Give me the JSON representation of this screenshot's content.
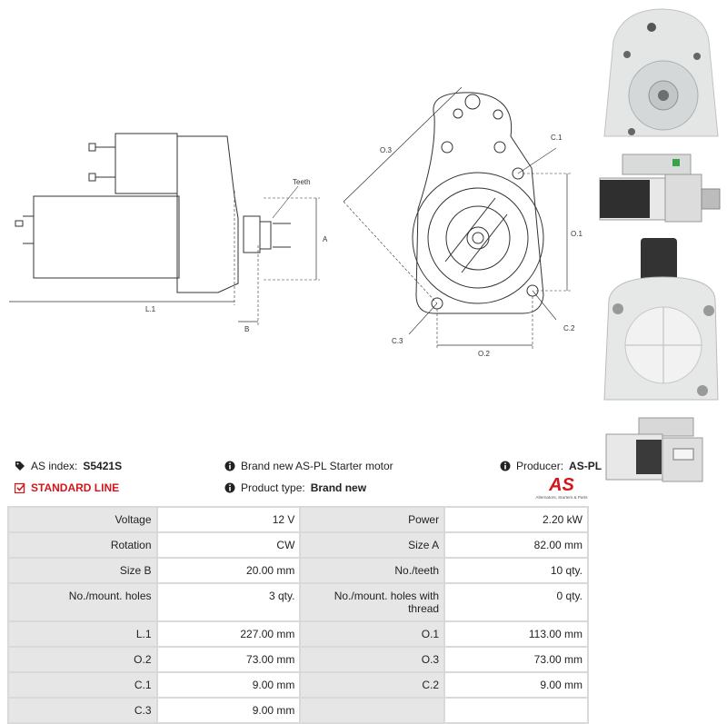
{
  "drawing_labels": {
    "teeth": "Teeth",
    "a": "A",
    "l1": "L.1",
    "b": "B",
    "o3": "O.3",
    "c1": "C.1",
    "o1": "O.1",
    "c3": "C.3",
    "c2": "C.2",
    "o2": "O.2"
  },
  "info": {
    "as_index_label": "AS index:",
    "as_index_value": "S5421S",
    "standard_line": "STANDARD LINE",
    "description": "Brand new AS-PL Starter motor",
    "product_type_label": "Product type:",
    "product_type_value": "Brand new",
    "producer_label": "Producer:",
    "producer_value": "AS-PL",
    "logo_text": "AS",
    "logo_caption": "Alternators, Starters & Parts"
  },
  "specs": [
    {
      "k1": "Voltage",
      "v1": "12 V",
      "k2": "Power",
      "v2": "2.20 kW"
    },
    {
      "k1": "Rotation",
      "v1": "CW",
      "k2": "Size A",
      "v2": "82.00 mm"
    },
    {
      "k1": "Size B",
      "v1": "20.00 mm",
      "k2": "No./teeth",
      "v2": "10 qty."
    },
    {
      "k1": "No./mount. holes",
      "v1": "3 qty.",
      "k2": "No./mount. holes with thread",
      "v2": "0 qty."
    },
    {
      "k1": "L.1",
      "v1": "227.00 mm",
      "k2": "O.1",
      "v2": "113.00 mm"
    },
    {
      "k1": "O.2",
      "v1": "73.00 mm",
      "k2": "O.3",
      "v2": "73.00 mm"
    },
    {
      "k1": "C.1",
      "v1": "9.00 mm",
      "k2": "C.2",
      "v2": "9.00 mm"
    },
    {
      "k1": "C.3",
      "v1": "9.00 mm",
      "k2": "",
      "v2": ""
    }
  ],
  "colors": {
    "accent_red": "#d4161b",
    "table_key_bg": "#e6e6e6"
  }
}
